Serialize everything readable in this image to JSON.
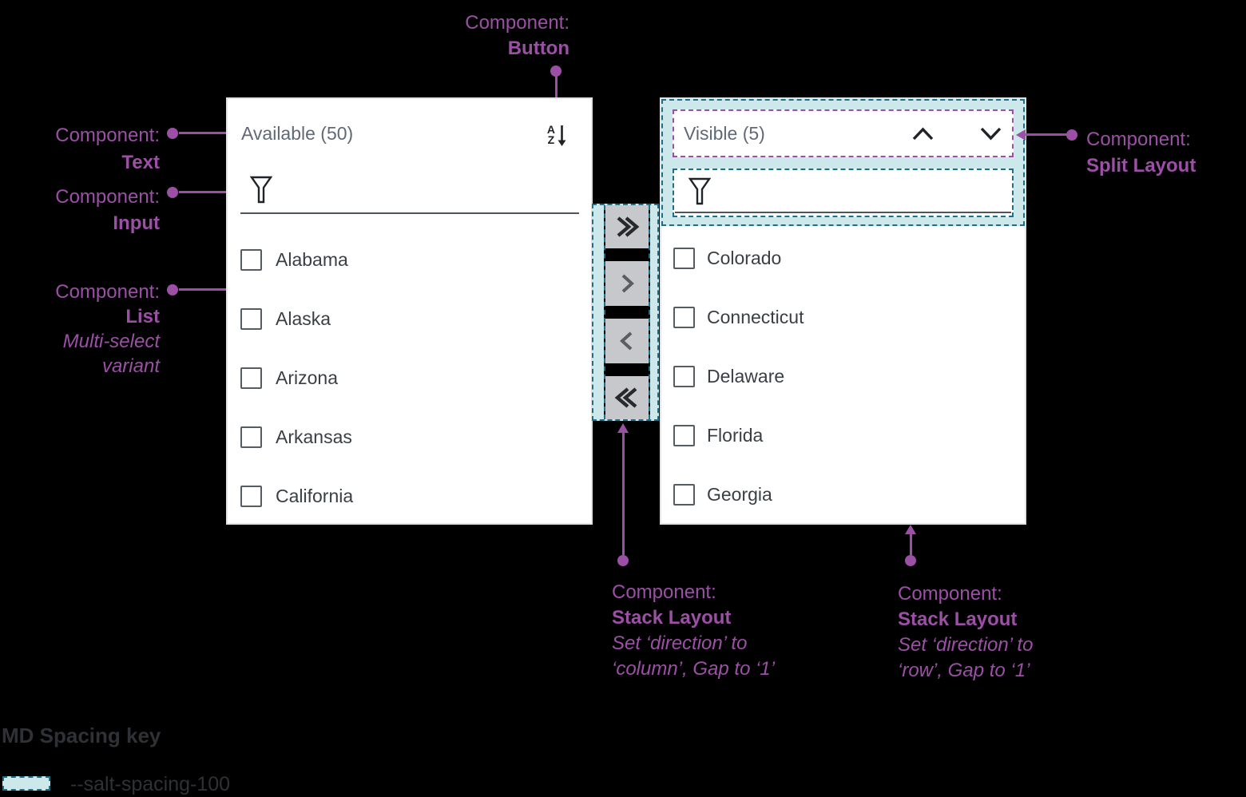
{
  "annotations": {
    "button": {
      "prefix": "Component:",
      "label": "Button"
    },
    "text": {
      "prefix": "Component:",
      "label": "Text"
    },
    "input": {
      "prefix": "Component:",
      "label": "Input"
    },
    "list": {
      "prefix": "Component:",
      "label": "List",
      "note1": "Multi-select",
      "note2": "variant"
    },
    "split_layout": {
      "prefix": "Component:",
      "label": "Split Layout"
    },
    "stack_column": {
      "prefix": "Component:",
      "label": "Stack Layout",
      "note1": "Set ‘direction’ to",
      "note2": "‘column’, Gap to ‘1’"
    },
    "stack_row": {
      "prefix": "Component:",
      "label": "Stack Layout",
      "note1": "Set ‘direction’ to",
      "note2": "‘row’, Gap to ‘1’"
    }
  },
  "available_list": {
    "title": "Available (50)",
    "sort": {
      "top_letter": "A",
      "bottom_letter": "Z"
    },
    "items": [
      "Alabama",
      "Alaska",
      "Arizona",
      "Arkansas",
      "California"
    ]
  },
  "visible_list": {
    "title": "Visible (5)",
    "items": [
      "Colorado",
      "Connecticut",
      "Delaware",
      "Florida",
      "Georgia"
    ]
  },
  "transfer_buttons": {
    "move_all_right": "double-chevron-right",
    "move_right": "chevron-right",
    "move_left": "chevron-left",
    "move_all_left": "double-chevron-left"
  },
  "spacing_key": {
    "title": "MD Spacing key",
    "token": "--salt-spacing-100"
  },
  "colors": {
    "annotation_purple": "#9b4fa5",
    "spacing_fill": "#cde8ea",
    "spacing_border": "#1e7087",
    "panel_border": "#e2e3e5",
    "panel_bg": "#ffffff",
    "muted_text": "#5f6a76",
    "list_text": "#3a3f46",
    "control_dark": "#1f2226",
    "transfer_button_bg": "#c6c8cb",
    "background": "#000000"
  }
}
